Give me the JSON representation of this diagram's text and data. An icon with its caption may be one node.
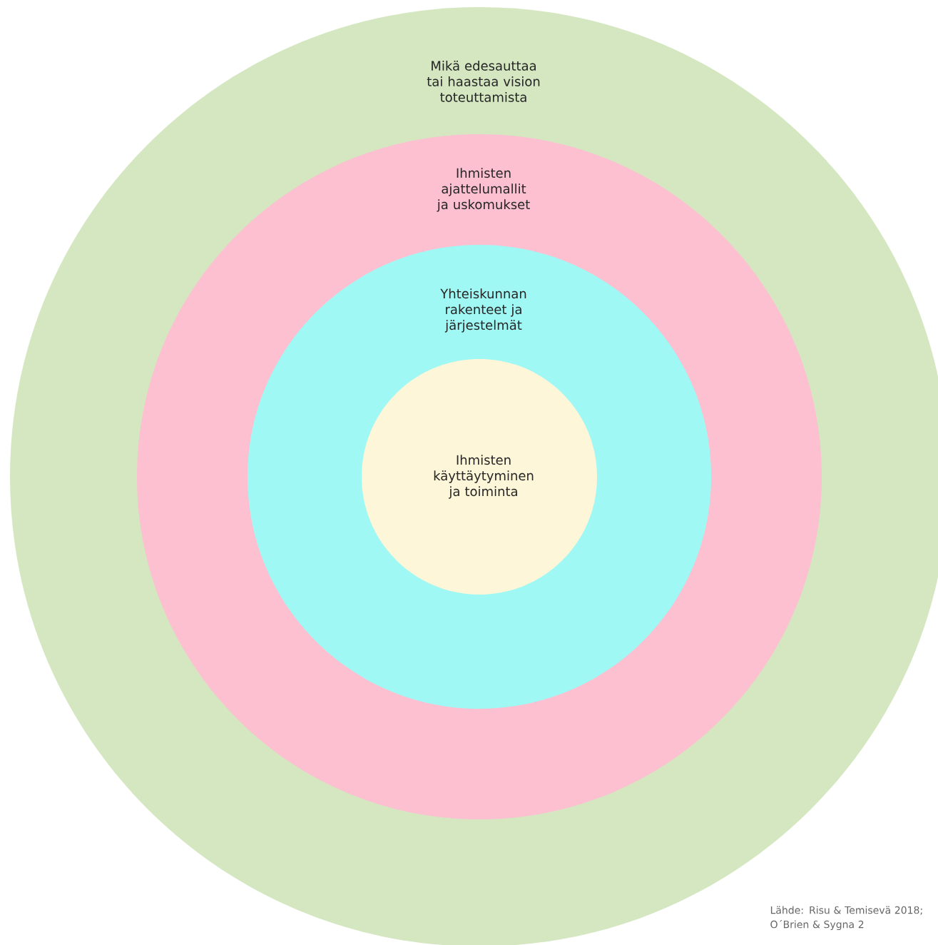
{
  "diagram": {
    "nodes": [
      {
        "text": [
          "Mikä edesauttaa tai haastaa vision toteuttamista"
        ]
      },
      {
        "text": [
          "Ihmisten ajattelumallit ja uskomukset"
        ],
        "in": 0
      },
      {
        "text": [
          "Yhteiskunnan rakenteet ja järjestelmät"
        ],
        "in": 1
      },
      {
        "text": [
          "Ihmisten käyttäytyminen ja toiminta"
        ],
        "in": 2
      }
    ],
    "labels": [
      "Lähde: Risu & Temisevä 2018; O´Brien & Sygna 2"
    ]
  }
}
